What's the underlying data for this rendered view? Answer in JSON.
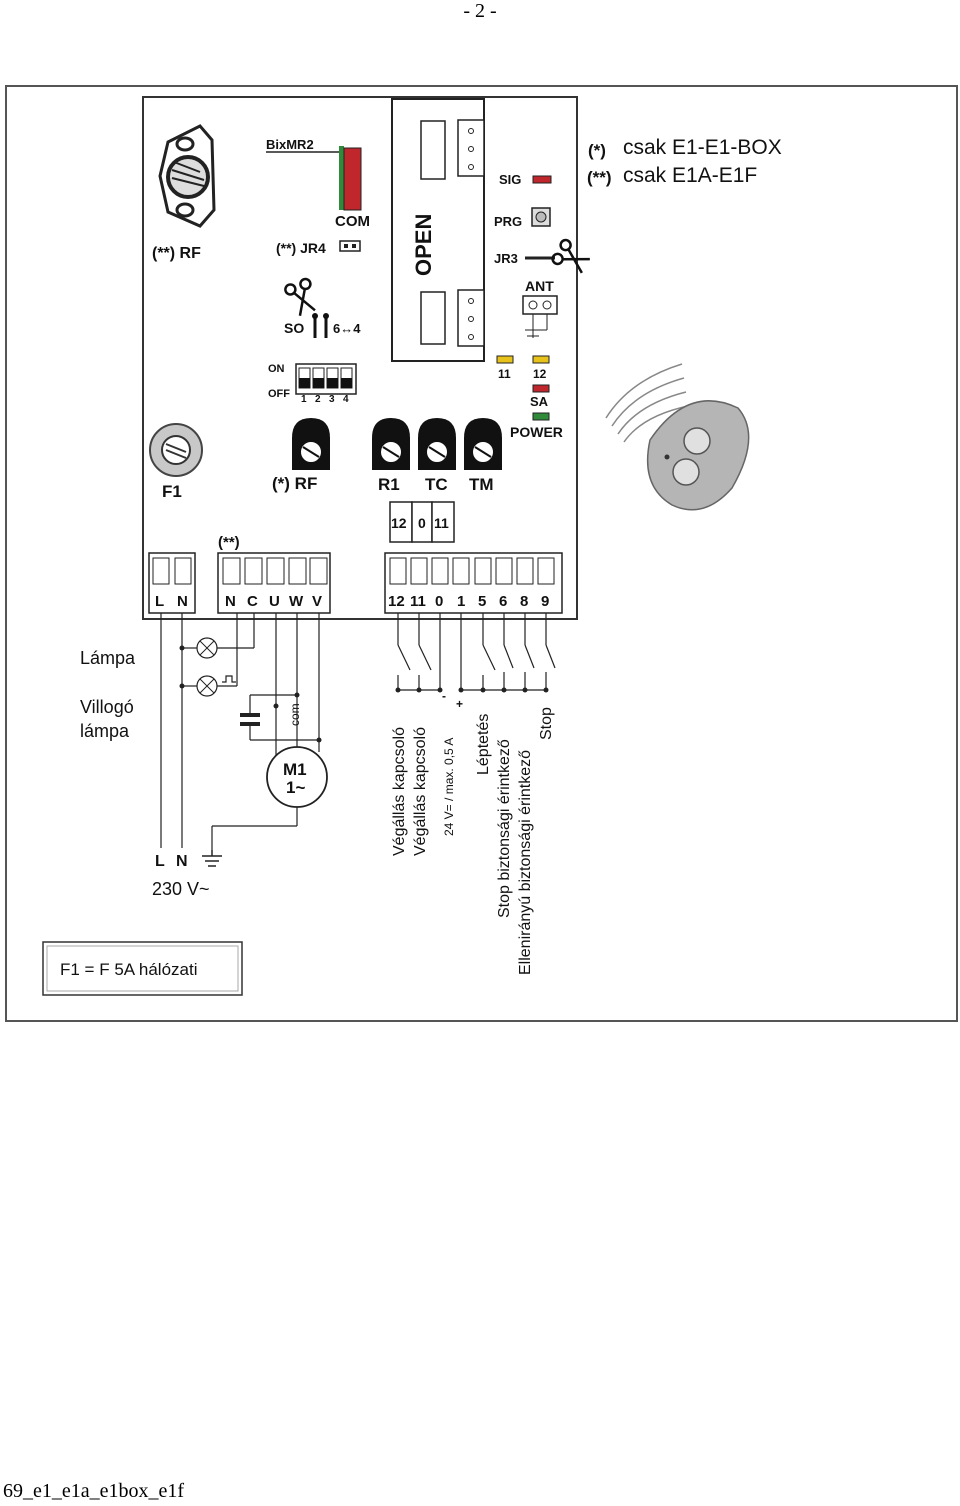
{
  "page": {
    "number": "- 2 -",
    "footer": "69_e1_e1a_e1box_e1f"
  },
  "notes": {
    "star": "(*)",
    "star_text": "csak E1-E1-BOX",
    "dstar": "(**)",
    "dstar_text": "csak E1A-E1F"
  },
  "board": {
    "bixmr2": "BixMR2",
    "com": "COM",
    "rf_top": "(**) RF",
    "jr4": "(**) JR4",
    "open": "OPEN",
    "sig": "SIG",
    "prg": "PRG",
    "jr3": "JR3",
    "ant": "ANT",
    "so": "SO",
    "so_alt": "6↔4",
    "on": "ON",
    "off": "OFF",
    "dip": [
      "1",
      "2",
      "3",
      "4"
    ],
    "led_11": "11",
    "led_12": "12",
    "sa": "SA",
    "power": "POWER",
    "f1": "F1",
    "rf_bottom": "(*) RF",
    "r1": "R1",
    "tc": "TC",
    "tm": "TM",
    "jumper": [
      "12",
      "0",
      "11"
    ],
    "dstar_group": "(**)",
    "terminals_power": [
      "L",
      "N"
    ],
    "terminals_motor": [
      "N",
      "C",
      "U",
      "W",
      "V"
    ],
    "terminals_control": [
      "12",
      "11",
      "0",
      "1",
      "5",
      "6",
      "8",
      "9"
    ]
  },
  "wiring": {
    "lampa": "Lámpa",
    "villogo1": "Villogó",
    "villogo2": "lámpa",
    "com": "com",
    "motor1": "M1",
    "motor2": "1~",
    "supply_l": "L",
    "supply_n": "N",
    "voltage": "230 V~",
    "controls": [
      "Végállás kapcsoló",
      "Végállás kapcsoló",
      "24 V= / max. 0,5 A",
      "Léptetés",
      "Stop biztonsági érintkező",
      "Ellenirányú biztonsági érintkező",
      "Stop"
    ],
    "minus": "-",
    "plus": "+"
  },
  "fuse_note": "F1 = F  5A hálózati",
  "colors": {
    "red": "#c0272d",
    "green": "#2f8a3a",
    "yellow": "#e6c21a",
    "gray": "#8a8a8a"
  }
}
